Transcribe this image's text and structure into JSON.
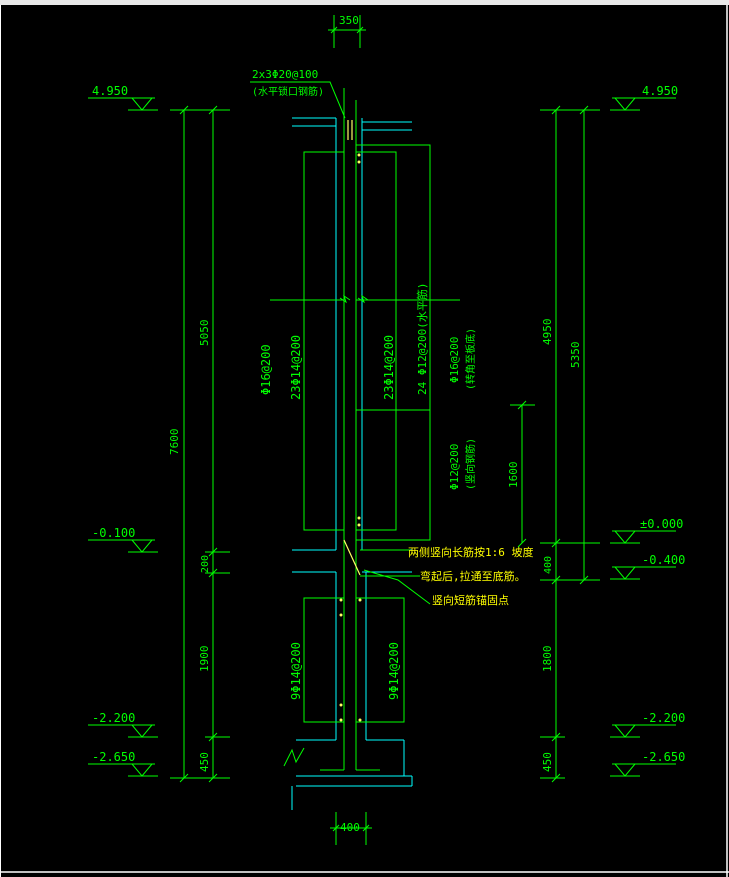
{
  "colors": {
    "background": "#000000",
    "dimension": "#00ff00",
    "outline": "#00ffff",
    "rebar": "#ffff66",
    "annotation": "#ffff00",
    "frame": "#ffffff"
  },
  "top_dimension": "350",
  "bottom_dimension": "400",
  "top_rebar_note": {
    "line1": "2x3Φ20@100",
    "line2": "(水平锁口钢筋)"
  },
  "elevations_left": [
    {
      "label": "4.950"
    },
    {
      "label": "-0.100"
    },
    {
      "label": "-2.200"
    },
    {
      "label": "-2.650"
    }
  ],
  "elevations_right": [
    {
      "label": "4.950"
    },
    {
      "label": "±0.000"
    },
    {
      "label": "-0.400"
    },
    {
      "label": "-2.200"
    },
    {
      "label": "-2.650"
    }
  ],
  "left_dims": {
    "overall": "7600",
    "upper": "5050",
    "middle": "200",
    "lower": "1900",
    "bottom": "450"
  },
  "right_dims": {
    "overall": "5350",
    "upper": "4950",
    "mid": "1600",
    "middle": "400",
    "lower": "1800",
    "bottom": "450"
  },
  "rebar_labels": {
    "outer_left": "Φ16@200",
    "inner_left": "23Φ14@200",
    "inner_right": "23Φ14@200",
    "horizontal": "24 Φ12@200(水平筋)",
    "right_upper_1": "Φ16@200",
    "right_upper_2": "(转角至板底)",
    "right_mid_1": "Φ12@200",
    "right_mid_2": "(竖向钢筋)",
    "lower_left": "9Φ14@200",
    "lower_right": "9Φ14@200"
  },
  "notes": {
    "line1": "两侧竖向长筋按1:6 坡度",
    "line2": "弯起后,拉通至底筋。",
    "line3": "竖向短筋锚固点"
  }
}
